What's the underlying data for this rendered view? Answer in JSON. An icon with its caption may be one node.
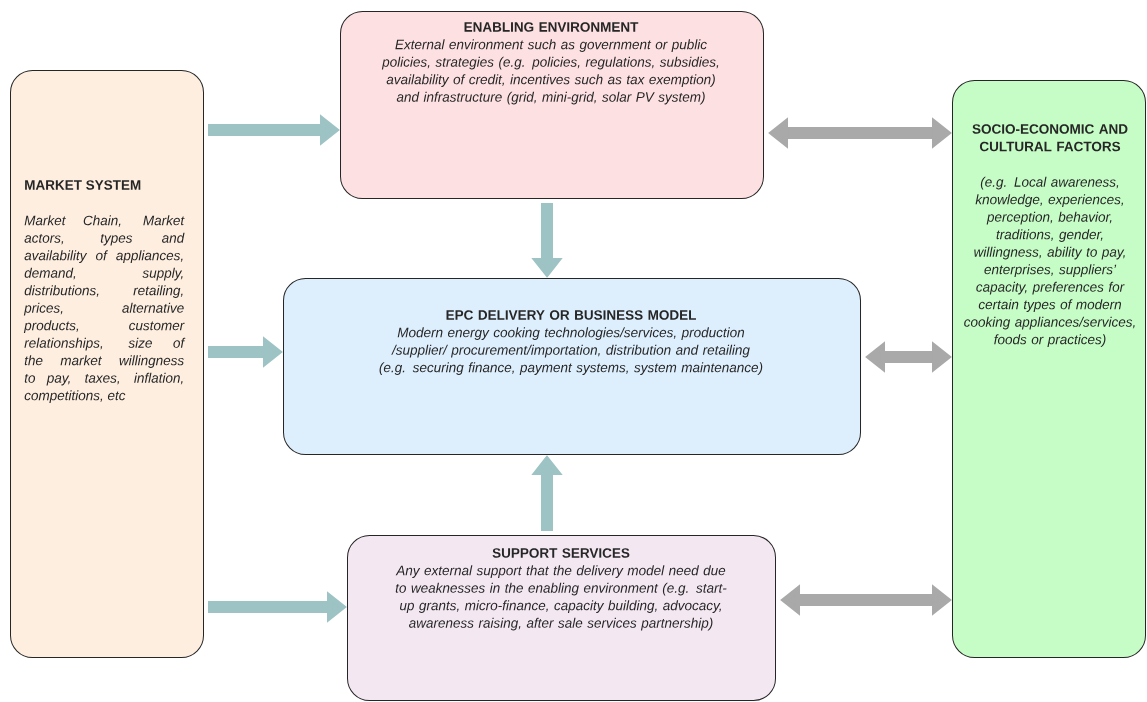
{
  "diagram": {
    "nodes": [
      {
        "text": [
          "MARKET SYSTEM",
          "Market Chain, Market actors, types and availability of appliances, demand, supply, distributions, retailing, prices, alternative products, customer relationships, size of the market willingness to pay, taxes, inflation, competitions, etc"
        ]
      },
      {
        "text": [
          "ENABLING ENVIRONMENT",
          "External environment such as government or public policies, strategies (e.g. policies, regulations, subsidies, availability of credit, incentives such as tax exemption) and infrastructure (grid, mini-grid, solar PV system)"
        ]
      },
      {
        "text": [
          "EPC DELIVERY OR BUSINESS MODEL",
          "Modern energy cooking technologies/services, production /supplier/ procurement/importation, distribution and retailing (e.g. securing finance, payment systems, system maintenance)"
        ]
      },
      {
        "text": [
          "SUPPORT SERVICES",
          "Any external support that the delivery model need due to weaknesses in the enabling environment (e.g. start-up grants, micro-finance, capacity building, advocacy, awareness raising, after sale services partnership)"
        ]
      },
      {
        "text": [
          "SOCIO-ECONOMIC AND CULTURAL FACTORS",
          "(e.g. Local awareness, knowledge, experiences, perception, behavior, traditions, gender, willingness, ability to pay, enterprises, suppliers’ capacity, preferences for certain types of modern cooking appliances/services, foods or practices)"
        ]
      }
    ],
    "edges": [
      {
        "from": 0,
        "to": 1,
        "arrow": "to"
      },
      {
        "from": 0,
        "to": 2,
        "arrow": "to"
      },
      {
        "from": 0,
        "to": 3,
        "arrow": "to"
      },
      {
        "from": 1,
        "to": 2,
        "arrow": "to"
      },
      {
        "from": 3,
        "to": 2,
        "arrow": "to"
      },
      {
        "from": 1,
        "to": 4,
        "arrow": "both",
        "color": "#a9a9a9"
      },
      {
        "from": 2,
        "to": 4,
        "arrow": "both",
        "color": "#a9a9a9"
      },
      {
        "from": 3,
        "to": 4,
        "arrow": "both",
        "color": "#a9a9a9"
      }
    ]
  }
}
